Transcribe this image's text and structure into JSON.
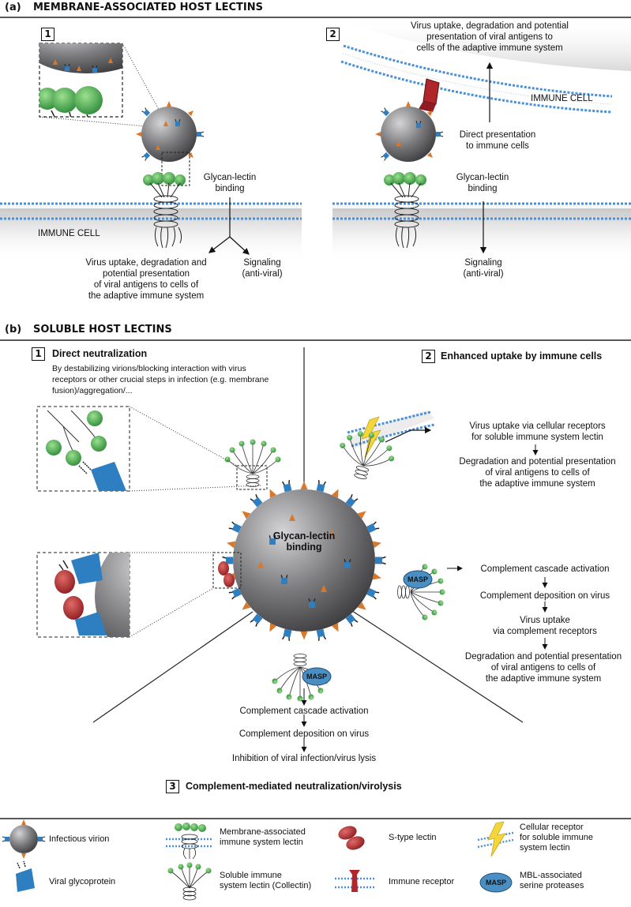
{
  "panel_a": {
    "letter": "(a)",
    "title": "MEMBRANE-ASSOCIATED HOST LECTINS",
    "p1": {
      "num": "1",
      "glycan": [
        "Glycan-lectin",
        "binding"
      ],
      "cell_label": "IMMUNE CELL",
      "uptake": [
        "Virus uptake, degradation and",
        "potential presentation",
        "of viral antigens to cells of",
        "the adaptive immune system"
      ],
      "signaling": [
        "Signaling",
        "(anti-viral)"
      ]
    },
    "p2": {
      "num": "2",
      "top": [
        "Virus uptake, degradation and potential",
        "presentation of viral antigens to",
        "cells of the adaptive immune system"
      ],
      "cell_label": "IMMUNE CELL",
      "direct": [
        "Direct presentation",
        "to immune cells"
      ],
      "glycan": [
        "Glycan-lectin",
        "binding"
      ],
      "signaling": [
        "Signaling",
        "(anti-viral)"
      ]
    }
  },
  "panel_b": {
    "letter": "(b)",
    "title": "SOLUBLE HOST LECTINS",
    "s1": {
      "num": "1",
      "title": "Direct neutralization",
      "desc": [
        "By destabilizing virions/blocking interaction with virus",
        "receptors or other crucial steps in infection (e.g. membrane",
        "fusion)/aggregation/..."
      ]
    },
    "s2": {
      "num": "2",
      "title": "Enhanced uptake by immune cells",
      "l1": [
        "Virus uptake via cellular receptors",
        "for soluble immune system lectin"
      ],
      "l2": [
        "Degradation and potential presentation",
        "of viral antigens to cells of",
        "the adaptive immune system"
      ]
    },
    "virion_label": [
      "Glycan-lectin",
      "binding"
    ],
    "masp": "MASP",
    "right_cascade": [
      "Complement cascade activation",
      "Complement deposition on virus",
      "Virus uptake",
      "via complement receptors",
      "Degradation and potential presentation",
      "of viral antigens to cells of",
      "the adaptive immune system"
    ],
    "bottom_cascade": [
      "Complement cascade activation",
      "Complement deposition on virus",
      "Inhibition of viral infection/virus lysis"
    ],
    "s3": {
      "num": "3",
      "title": "Complement-mediated neutralization/virolysis"
    }
  },
  "legend": [
    {
      "icon": "infectious-virion-icon",
      "label": [
        "Infectious virion"
      ]
    },
    {
      "icon": "membrane-lectin-icon",
      "label": [
        "Membrane-associated",
        "immune system lectin"
      ]
    },
    {
      "icon": "s-type-lectin-icon",
      "label": [
        "S-type lectin"
      ]
    },
    {
      "icon": "cellular-receptor-icon",
      "label": [
        "Cellular receptor",
        "for soluble immune",
        "system lectin"
      ]
    },
    {
      "icon": "viral-glycoprotein-icon",
      "label": [
        "Viral glycoprotein"
      ]
    },
    {
      "icon": "collectin-icon",
      "label": [
        "Soluble immune",
        "system lectin (Collectin)"
      ]
    },
    {
      "icon": "immune-receptor-icon",
      "label": [
        "Immune receptor"
      ]
    },
    {
      "icon": "masp-icon",
      "label": [
        "MBL-associated",
        "serine proteases"
      ],
      "badge": "MASP"
    }
  ],
  "colors": {
    "virion": "#6e6e70",
    "spike_orange": "#d9782a",
    "glycoprotein_blue": "#2d7fc1",
    "lectin_green": "#3aa04a",
    "s_type_red": "#b0272b",
    "membrane_blue": "#4a90d9",
    "masp": "#4a8fc4"
  }
}
